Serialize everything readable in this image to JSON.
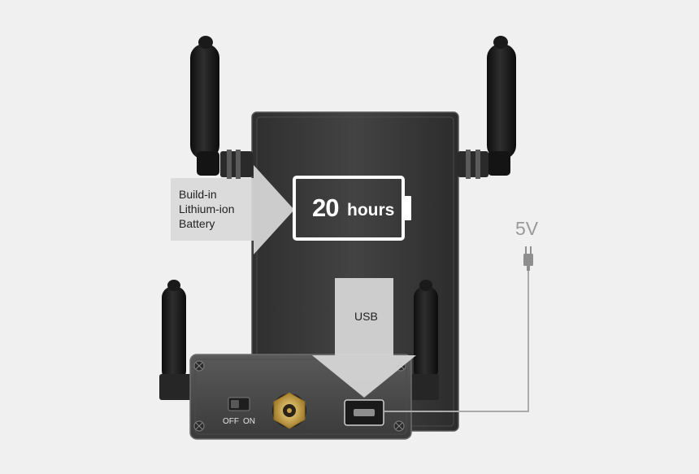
{
  "callouts": {
    "battery": {
      "line1": "Build-in",
      "line2": "Lithium-ion",
      "line3": "Battery"
    },
    "runtime": {
      "number": "20",
      "unit": "hours"
    },
    "usb": "USB",
    "voltage": "5V"
  },
  "switch": {
    "off_label": "OFF",
    "on_label": "ON"
  },
  "colors": {
    "background": "#f0f0f0",
    "device_body": "#3b3b3c",
    "antenna": "#1b1b1b",
    "callout_fill": "#d8d8d8",
    "cable": "#aaaaaa"
  }
}
